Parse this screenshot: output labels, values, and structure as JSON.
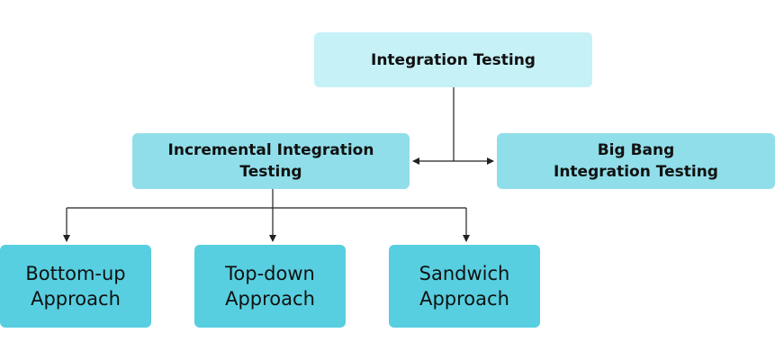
{
  "diagram": {
    "root": {
      "label": "Integration Testing"
    },
    "incremental": {
      "label": "Incremental Integration\nTesting"
    },
    "big_bang": {
      "label": "Big Bang\nIntegration Testing"
    },
    "approaches": [
      {
        "label": "Bottom-up\nApproach"
      },
      {
        "label": "Top-down\nApproach"
      },
      {
        "label": "Sandwich\nApproach"
      }
    ]
  },
  "colors": {
    "root_fill": "#c5f1f7",
    "mid_fill": "#90dee9",
    "leaf_fill": "#57cfe0",
    "line": "#222222"
  }
}
